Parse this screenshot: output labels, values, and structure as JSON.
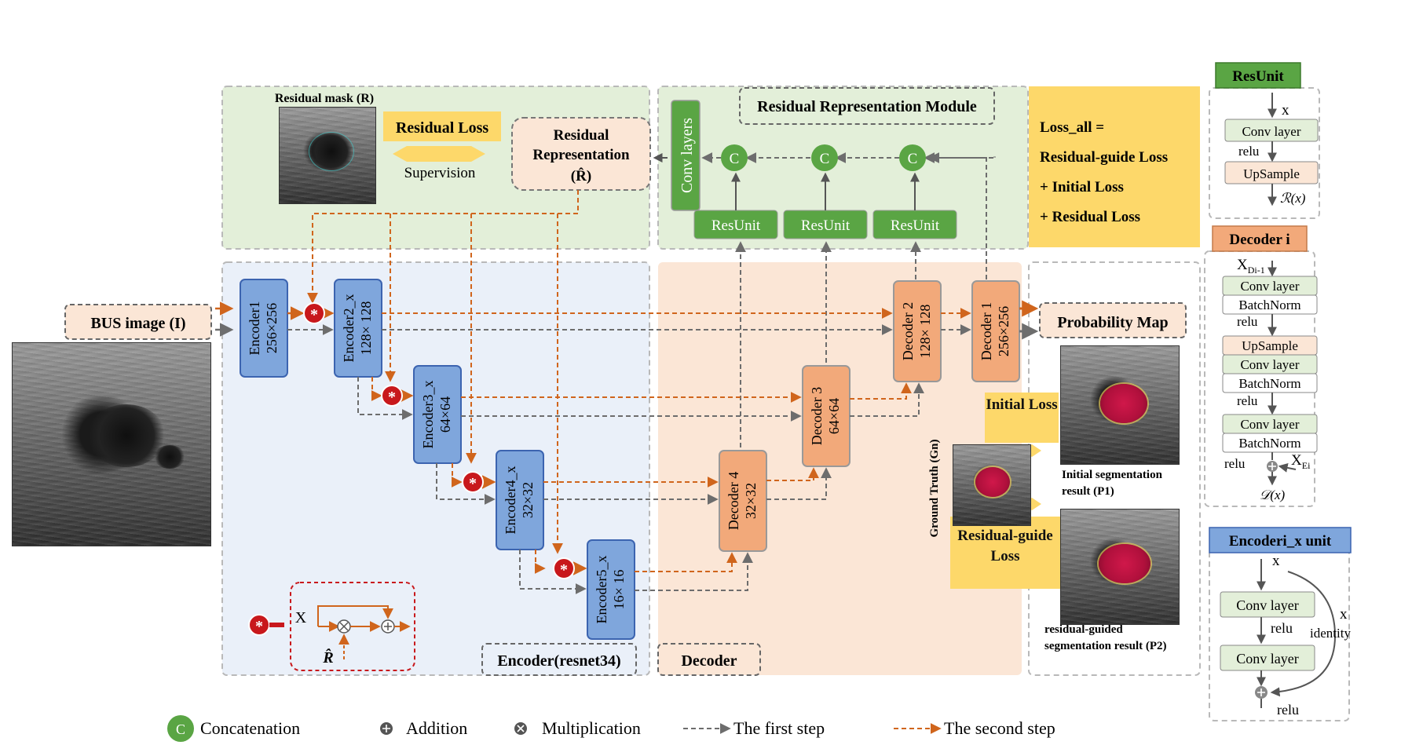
{
  "regions": {
    "encoder_label": "Encoder(resnet34)",
    "decoder_label": "Decoder",
    "rrm_label": "Residual Representation Module"
  },
  "inputs": {
    "bus_image": "BUS image (I)"
  },
  "encoders": [
    {
      "name": "Encoder1",
      "size": "256×256"
    },
    {
      "name": "Encoder2_x",
      "size": "128× 128"
    },
    {
      "name": "Encoder3_x",
      "size": "64×64"
    },
    {
      "name": "Encoder4_x",
      "size": "32×32"
    },
    {
      "name": "Encoder5_x",
      "size": "16× 16"
    }
  ],
  "decoders": [
    {
      "name": "Decoder 4",
      "size": "32×32"
    },
    {
      "name": "Decoder 3",
      "size": "64×64"
    },
    {
      "name": "Decoder 2",
      "size": "128× 128"
    },
    {
      "name": "Decoder 1",
      "size": "256×256"
    }
  ],
  "residual": {
    "mask_label": "Residual mask (R)",
    "loss_label": "Residual Loss",
    "supervision": "Supervision",
    "representation_l1": "Residual",
    "representation_l2": "Representation",
    "representation_l3": "(R̂)",
    "conv_layers": "Conv layers",
    "resunit": "ResUnit",
    "concat": "C"
  },
  "loss_all": {
    "l1": "Loss_all =",
    "l2": "Residual-guide Loss",
    "l3": "+ Initial Loss",
    "l4": "+ Residual Loss"
  },
  "outputs": {
    "probability_map": "Probability Map",
    "initial_loss": "Initial Loss",
    "residual_guide_loss": "Residual-guide Loss",
    "ground_truth": "Ground Truth (Gn)",
    "initial_result_l1": "Initial segmentation",
    "initial_result_l2": "result (P1)",
    "residual_result_l1": "residual-guided",
    "residual_result_l2": "segmentation result (P2)"
  },
  "multiply_unit": {
    "x": "X",
    "r_hat": "R̂"
  },
  "resunit_panel": {
    "title": "ResUnit",
    "x": "x",
    "conv": "Conv layer",
    "relu": "relu",
    "upsample": "UpSample",
    "out": "ℛ(x)"
  },
  "decoder_panel": {
    "title": "Decoder i",
    "xin": "X",
    "xin_sub": "Di-1",
    "conv": "Conv layer",
    "bn": "BatchNorm",
    "relu": "relu",
    "upsample": "UpSample",
    "xskip": "X",
    "xskip_sub": "Ei",
    "out": "𝒟(x)"
  },
  "encoder_panel": {
    "title": "Encoderi_x unit",
    "x": "x",
    "conv": "Conv layer",
    "relu": "relu",
    "identity_x": "x",
    "identity": "identity"
  },
  "legend": {
    "concat_sym": "C",
    "concat": "Concatenation",
    "addition": "Addition",
    "multiplication": "Multiplication",
    "first_step": "The first step",
    "second_step": "The second step"
  },
  "colors": {
    "encoder_fill": "#7fa6dc",
    "decoder_fill": "#f2a97a",
    "resunit_fill": "#5aa544",
    "orange_arrow": "#d0651c",
    "grey_arrow": "#6d6d6d",
    "loss_yellow": "#fdd86a",
    "mult_red": "#c8181c"
  }
}
